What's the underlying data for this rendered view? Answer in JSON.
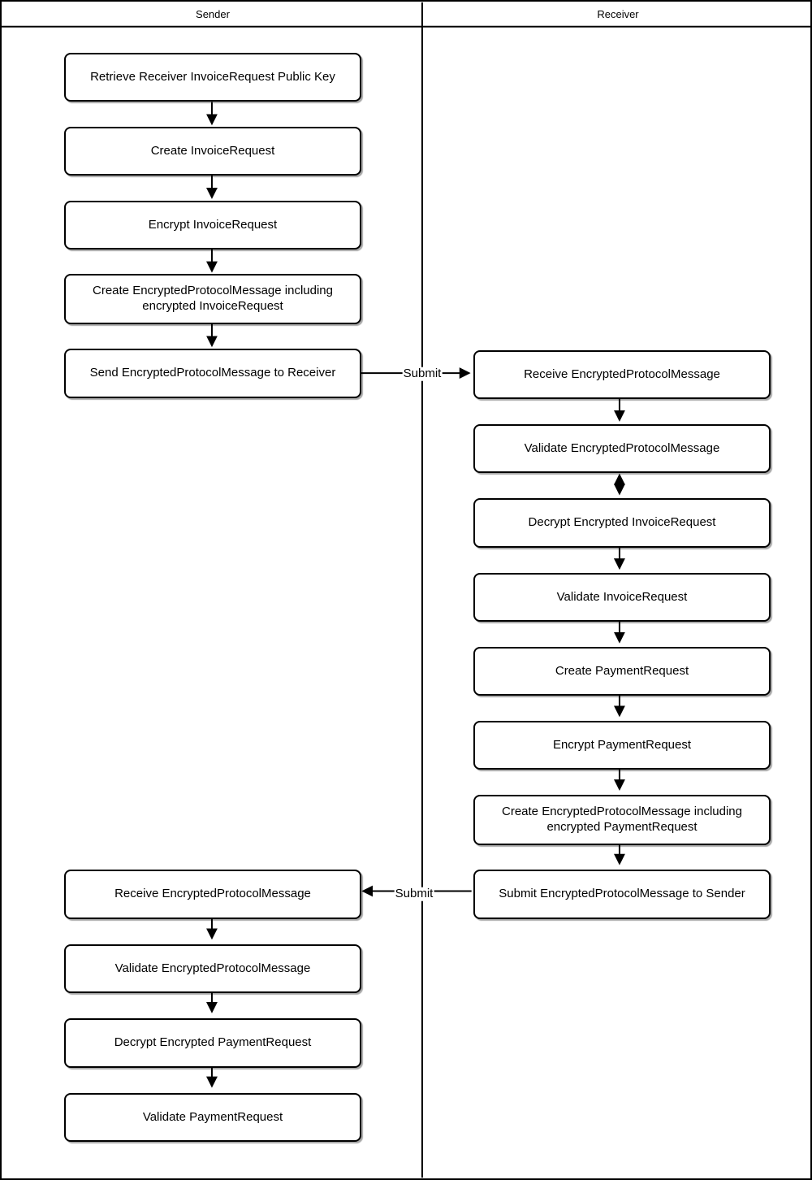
{
  "header": {
    "lanes": [
      {
        "label": "Sender"
      },
      {
        "label": "Receiver"
      }
    ]
  },
  "nodes": [
    {
      "id": "retrieve-receiver-invoicerequest-public-key",
      "lane": "Sender",
      "label": "Retrieve Receiver InvoiceRequest Public Key"
    },
    {
      "id": "create-invoicerequest",
      "lane": "Sender",
      "label": "Create InvoiceRequest"
    },
    {
      "id": "encrypt-invoicerequest",
      "lane": "Sender",
      "label": "Encrypt InvoiceRequest"
    },
    {
      "id": "create-epm-including-invoicerequest",
      "lane": "Sender",
      "label": "Create EncryptedProtocolMessage including encrypted InvoiceRequest"
    },
    {
      "id": "send-epm-to-receiver",
      "lane": "Sender",
      "label": "Send EncryptedProtocolMessage to Receiver"
    },
    {
      "id": "receive-epm-receiver",
      "lane": "Receiver",
      "label": "Receive EncryptedProtocolMessage"
    },
    {
      "id": "validate-epm-receiver",
      "lane": "Receiver",
      "label": "Validate EncryptedProtocolMessage"
    },
    {
      "id": "decrypt-encrypted-invoicerequest",
      "lane": "Receiver",
      "label": "Decrypt Encrypted InvoiceRequest"
    },
    {
      "id": "validate-invoicerequest",
      "lane": "Receiver",
      "label": "Validate InvoiceRequest"
    },
    {
      "id": "create-paymentrequest",
      "lane": "Receiver",
      "label": "Create PaymentRequest"
    },
    {
      "id": "encrypt-paymentrequest",
      "lane": "Receiver",
      "label": "Encrypt PaymentRequest"
    },
    {
      "id": "create-epm-including-paymentrequest",
      "lane": "Receiver",
      "label": "Create EncryptedProtocolMessage including encrypted PaymentRequest"
    },
    {
      "id": "submit-epm-to-sender",
      "lane": "Receiver",
      "label": "Submit EncryptedProtocolMessage to Sender"
    },
    {
      "id": "receive-epm-sender",
      "lane": "Sender",
      "label": "Receive EncryptedProtocolMessage"
    },
    {
      "id": "validate-epm-sender",
      "lane": "Sender",
      "label": "Validate EncryptedProtocolMessage"
    },
    {
      "id": "decrypt-encrypted-paymentrequest",
      "lane": "Sender",
      "label": "Decrypt Encrypted PaymentRequest"
    },
    {
      "id": "validate-paymentrequest",
      "lane": "Sender",
      "label": "Validate PaymentRequest"
    }
  ],
  "connectors": {
    "submit_to_receiver": {
      "label": "Submit"
    },
    "submit_to_sender": {
      "label": "Submit"
    }
  },
  "colors": {
    "stroke": "#000000",
    "node_fill": "#ffffff"
  }
}
